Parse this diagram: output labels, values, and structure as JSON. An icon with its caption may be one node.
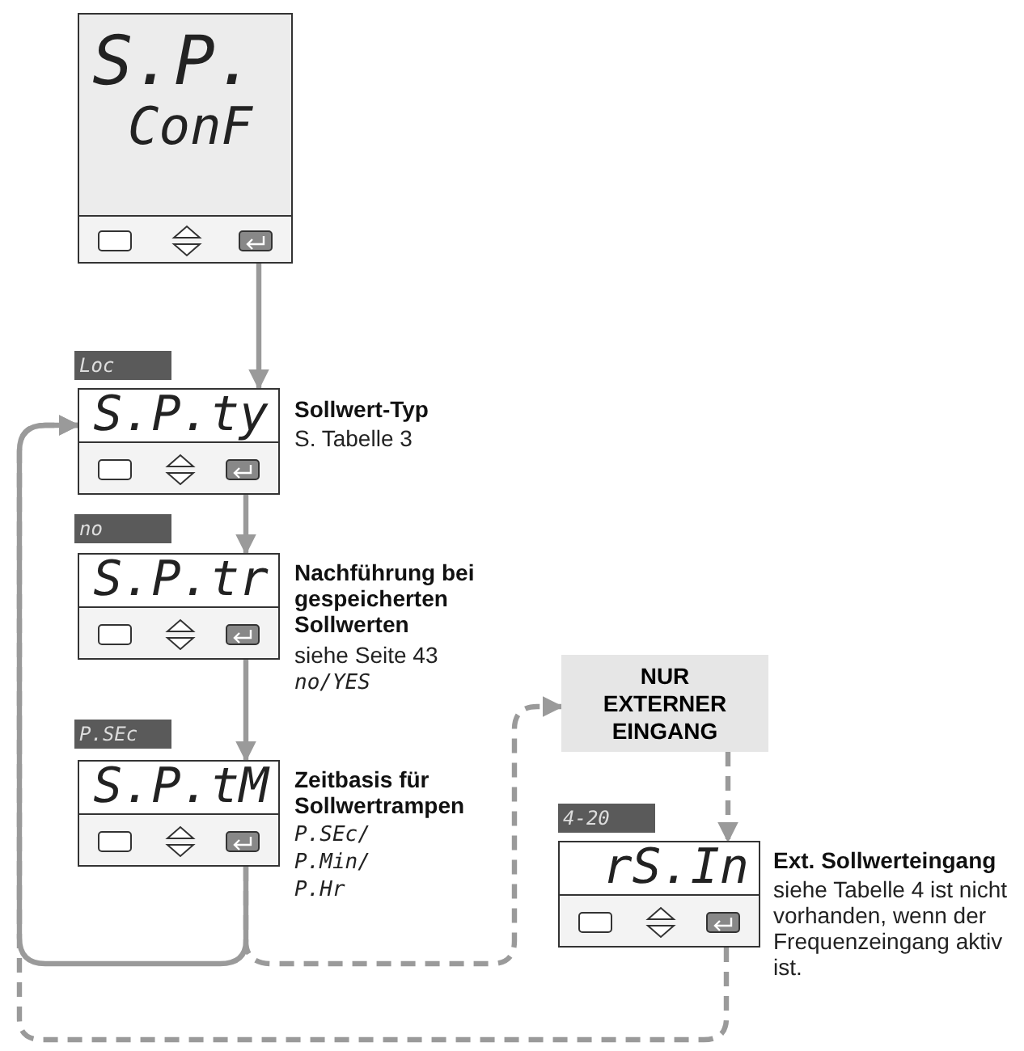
{
  "diagram": {
    "nodes": [
      {
        "text": [
          "S.P.",
          "ConF"
        ]
      },
      {
        "text": [
          "S.P.ty"
        ],
        "beside": [
          "Loc",
          "Sollwert-Typ",
          "S. Tabelle 3"
        ]
      },
      {
        "text": [
          "S.P.tr"
        ],
        "beside": [
          "no",
          "Nachführung bei gespeicherten Sollwerten",
          "siehe Seite 43",
          "no/YES"
        ]
      },
      {
        "text": [
          "S.P.tM"
        ],
        "beside": [
          "P.SEc",
          "Zeitbasis für Sollwertrampen",
          "P.SEc/ P.Min/ P.Hr"
        ]
      },
      {
        "text": [
          "NUR EXTERNER EINGANG"
        ]
      },
      {
        "text": [
          "rS.In"
        ],
        "beside": [
          "4-20",
          "Ext. Sollwerteingang",
          "siehe Tabelle 4 ist nicht vorhanden, wenn der Frequenzeingang aktiv ist."
        ]
      }
    ],
    "edges": [
      {
        "from": 0,
        "to": 1,
        "arrow": "to"
      },
      {
        "from": 1,
        "to": 2,
        "arrow": "to"
      },
      {
        "from": 2,
        "to": 3,
        "arrow": "to"
      },
      {
        "from": 3,
        "to": 1,
        "arrow": "to"
      },
      {
        "from": 3,
        "to": 4,
        "arrow": "to",
        "style": "dashed"
      },
      {
        "from": 4,
        "to": 5,
        "arrow": "to",
        "style": "dashed"
      },
      {
        "from": 5,
        "to": 1,
        "arrow": "to",
        "style": "dashed"
      }
    ]
  }
}
